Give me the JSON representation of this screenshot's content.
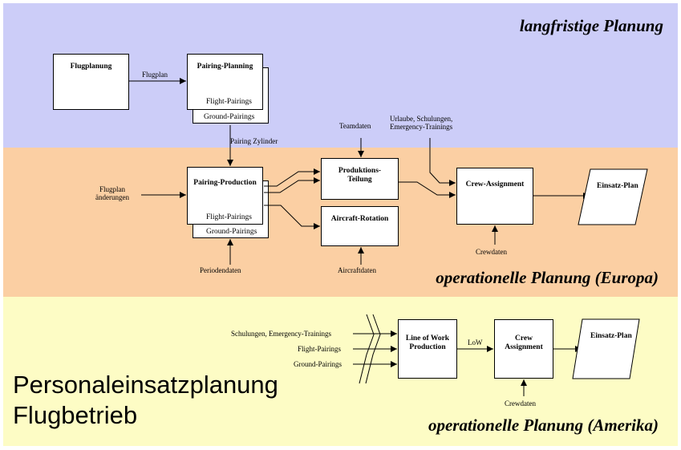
{
  "bands": {
    "top": "langfristige Planung",
    "mid": "operationelle Planung (Europa)",
    "bot": "operationelle Planung (Amerika)"
  },
  "title": {
    "line1": "Personaleinsatzplanung",
    "line2": "Flugbetrieb"
  },
  "boxes": {
    "flugplanung": "Flugplanung",
    "pairing_planning": "Pairing-Planning",
    "pp_flight": "Flight-Pairings",
    "pp_ground": "Ground-Pairings",
    "pairing_production": "Pairing-Production",
    "pr_flight": "Flight-Pairings",
    "pr_ground": "Ground-Pairings",
    "produktions_teilung": "Produktions-\nTeilung",
    "aircraft_rotation": "Aircraft-Rotation",
    "crew_assignment": "Crew-Assignment",
    "einsatz_plan": "Einsatz-Plan",
    "line_of_work": "Line of Work\nProduction",
    "crew_assignment_am": "Crew\nAssignment",
    "einsatz_plan_am": "Einsatz-Plan"
  },
  "labels": {
    "flugplan": "Flugplan",
    "pairing_zylinder": "Pairing Zylinder",
    "flugplan_aenderungen": "Flugplan\nänderungen",
    "teamdaten": "Teamdaten",
    "urlaub": "Urlaube, Schulungen,\nEmergency-Trainings",
    "periodendaten": "Periodendaten",
    "aircraftdaten": "Aircraftdaten",
    "crewdaten": "Crewdaten",
    "schulungen_am": "Schulungen, Emergency-Trainings",
    "flight_pairings_am": "Flight-Pairings",
    "ground_pairings_am": "Ground-Pairings",
    "low": "LoW",
    "crewdaten_am": "Crewdaten"
  }
}
